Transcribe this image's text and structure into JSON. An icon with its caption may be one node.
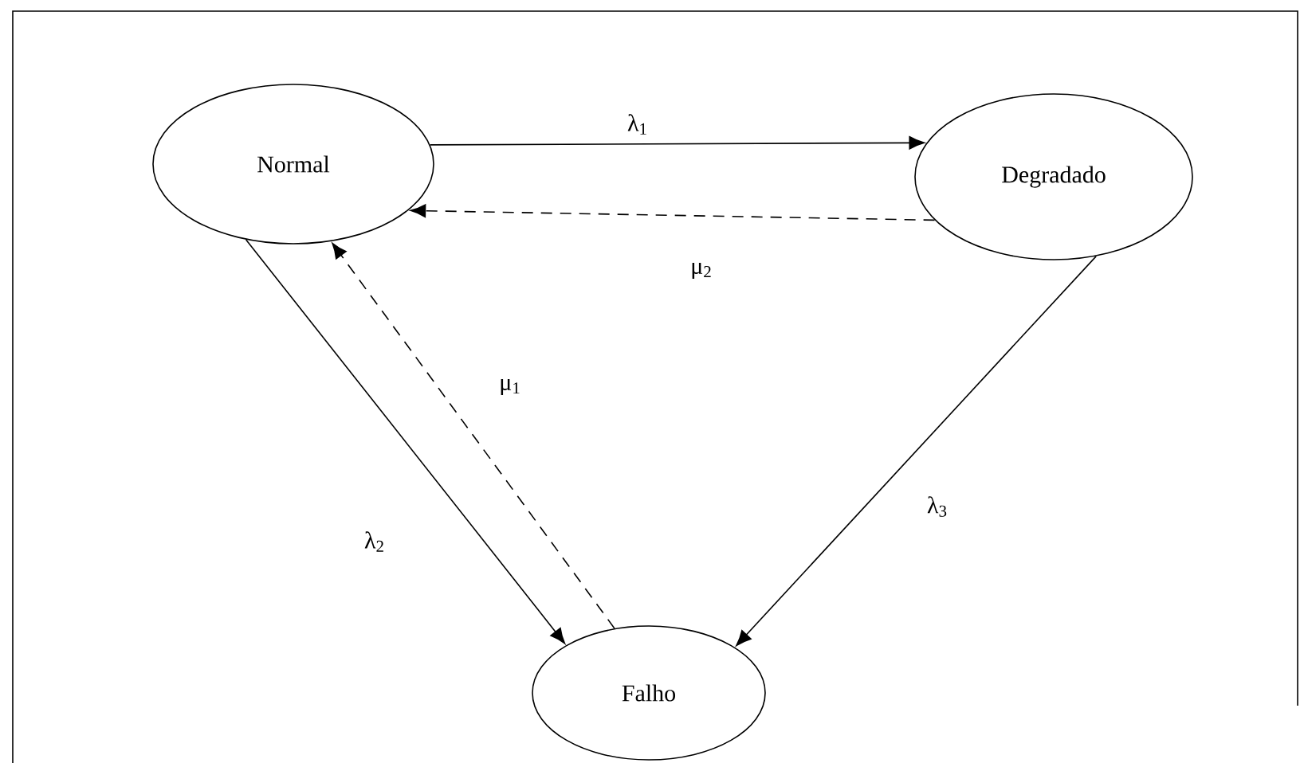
{
  "diagram": {
    "nodes": [
      {
        "text": [
          "Normal"
        ]
      },
      {
        "text": [
          "Degradado"
        ]
      },
      {
        "text": [
          "Falho"
        ]
      }
    ],
    "edges": [
      {
        "from": 0,
        "to": 1,
        "arrow": "to",
        "label": "λ$_{1}$"
      },
      {
        "from": 1,
        "to": 0,
        "arrow": "to",
        "label": "μ$_{2}$",
        "style": "dashed"
      },
      {
        "from": 0,
        "to": 2,
        "arrow": "to",
        "label": "λ$_{2}$"
      },
      {
        "from": 2,
        "to": 0,
        "arrow": "to",
        "label": "μ$_{1}$",
        "style": "dashed"
      },
      {
        "from": 1,
        "to": 2,
        "arrow": "to",
        "label": "λ$_{3}$"
      }
    ]
  }
}
